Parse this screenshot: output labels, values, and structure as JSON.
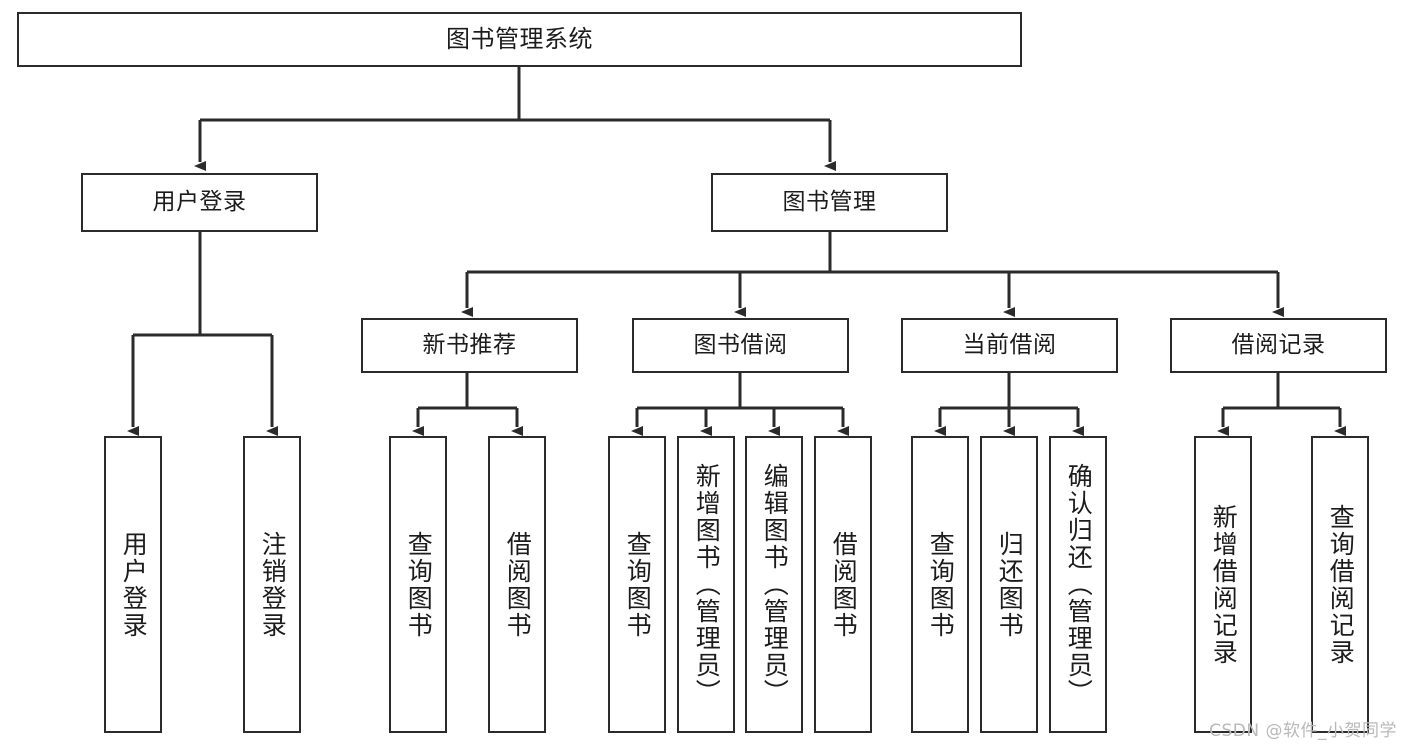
{
  "diagram": {
    "title": "图书管理系统",
    "type": "tree",
    "colors": {
      "stroke": "#2b2b2b",
      "fill": "#ffffff",
      "text": "#1c1c1c",
      "watermark": "#b9b9b9"
    },
    "root": {
      "label": "图书管理系统"
    },
    "level1": [
      {
        "label": "用户登录"
      },
      {
        "label": "图书管理"
      }
    ],
    "level2": [
      {
        "label": "新书推荐"
      },
      {
        "label": "图书借阅"
      },
      {
        "label": "当前借阅"
      },
      {
        "label": "借阅记录"
      }
    ],
    "leaves": {
      "user_login": [
        {
          "label": "用户登录"
        },
        {
          "label": "注销登录"
        }
      ],
      "new_book_recommend": [
        {
          "label": "查询图书"
        },
        {
          "label": "借阅图书"
        }
      ],
      "book_borrow": [
        {
          "label": "查询图书"
        },
        {
          "label": "新增图书（管理员）"
        },
        {
          "label": "编辑图书（管理员）"
        },
        {
          "label": "借阅图书"
        }
      ],
      "current_borrow": [
        {
          "label": "查询图书"
        },
        {
          "label": "归还图书"
        },
        {
          "label": "确认归还（管理员）"
        }
      ],
      "borrow_record": [
        {
          "label": "新增借阅记录"
        },
        {
          "label": "查询借阅记录"
        }
      ]
    },
    "watermark": "CSDN @软件_小贺同学"
  }
}
